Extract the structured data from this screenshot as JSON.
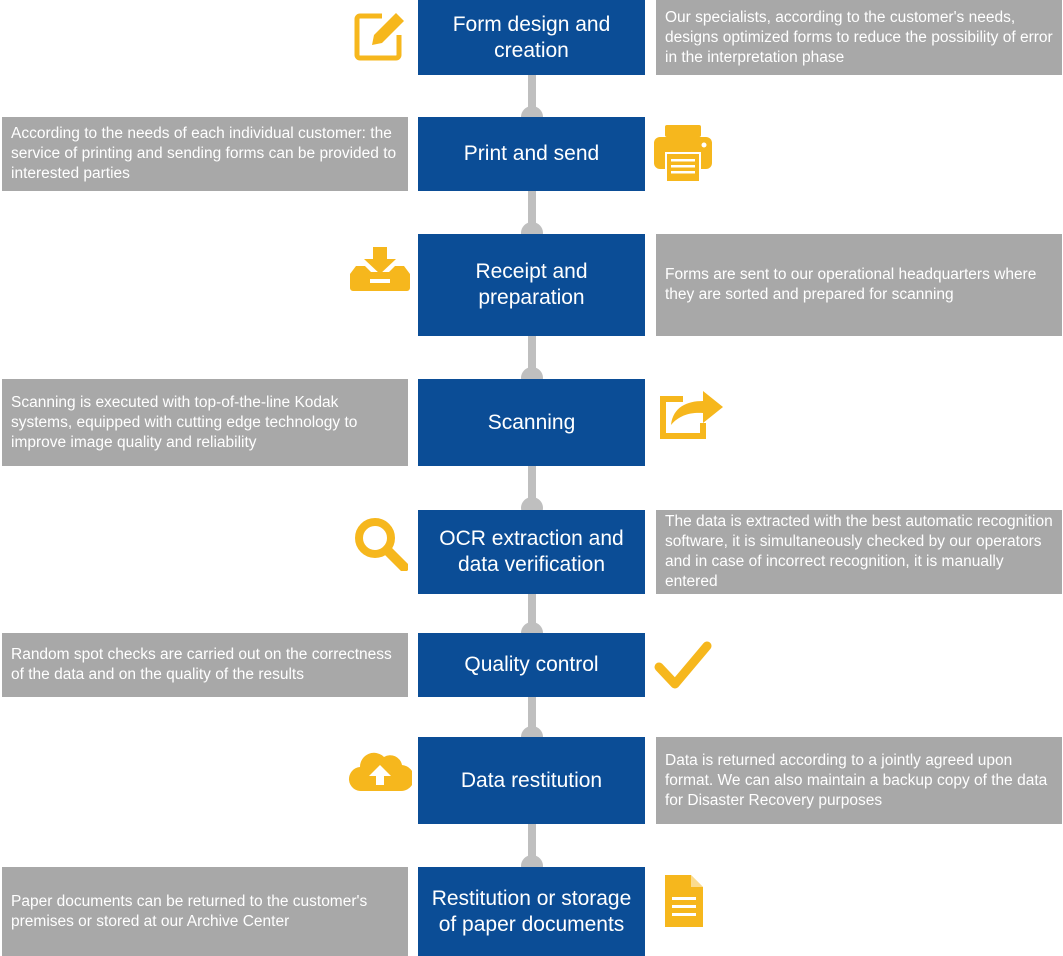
{
  "colors": {
    "step_box": "#0b4d96",
    "desc_box": "#a8a8a8",
    "icon": "#f6b71d",
    "connector": "#bfbfbf"
  },
  "steps": [
    {
      "title": "Form design and creation",
      "icon": "edit-icon",
      "description": "Our specialists, according to the customer's needs, designs optimized forms to reduce the possibility of error in the interpretation phase"
    },
    {
      "title": "Print and send",
      "icon": "printer-icon",
      "description": "According to the needs of each individual customer: the service of printing and sending forms can be provided to interested parties"
    },
    {
      "title": "Receipt and preparation",
      "icon": "inbox-download-icon",
      "description": "Forms are sent to our operational headquarters where they are sorted and prepared for scanning"
    },
    {
      "title": "Scanning",
      "icon": "share-icon",
      "description": "Scanning is executed with top-of-the-line Kodak systems, equipped with cutting edge technology to improve image quality and reliability"
    },
    {
      "title": "OCR extraction and data verification",
      "icon": "search-icon",
      "description": "The data is extracted with the best automatic recognition software, it is simultaneously checked by our operators and in case of incorrect recognition, it is manually entered"
    },
    {
      "title": "Quality control",
      "icon": "checkmark-icon",
      "description": "Random spot checks are carried out on the correctness of the data and on the quality of the results"
    },
    {
      "title": "Data restitution",
      "icon": "cloud-upload-icon",
      "description": "Data is returned according to a jointly agreed upon format. We can also maintain a backup copy of the data for Disaster Recovery purposes"
    },
    {
      "title": "Restitution or storage of paper documents",
      "icon": "document-icon",
      "description": "Paper documents can be returned to the customer's premises or stored at our Archive Center"
    }
  ]
}
